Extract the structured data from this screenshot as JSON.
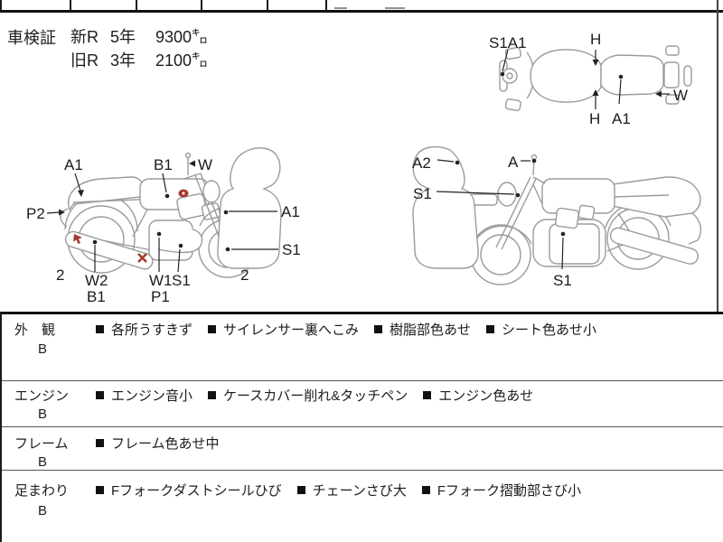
{
  "colors": {
    "outline": "#9b9b9b",
    "ink": "#1c1c1c",
    "mark_red": "#a8392e",
    "border": "#1a1a1a"
  },
  "header": {
    "inspection_label": "車検証",
    "rows": [
      {
        "reg": "新R",
        "years": "5年",
        "mileage": "9300㌔"
      },
      {
        "reg": "旧R",
        "years": "3年",
        "mileage": "2100㌔"
      }
    ]
  },
  "diagram_top_view": {
    "s1a1": "S1A1",
    "h_top": "H",
    "h_bottom": "H",
    "a1": "A1",
    "w": "W"
  },
  "diagram_left_side": {
    "a1_top": "A1",
    "b1_top": "B1",
    "w_top": "W",
    "p2": "P2",
    "a1_front": "A1",
    "s1_front": "S1",
    "two_rear": "2",
    "two_front": "2",
    "w2": "W2",
    "b1_low": "B1",
    "w1": "W1",
    "s1_low": "S1",
    "p1": "P1"
  },
  "diagram_right_side": {
    "a2": "A2",
    "a": "A",
    "s1_upper": "S1",
    "s1_lower": "S1"
  },
  "condition_table": {
    "rows": [
      {
        "category": "外　観",
        "grade": "B",
        "items": [
          "各所うすきず",
          "サイレンサー裏へこみ",
          "樹脂部色あせ",
          "シート色あせ小"
        ]
      },
      {
        "category": "エンジン",
        "grade": "B",
        "items": [
          "エンジン音小",
          "ケースカバー削れ&タッチペン",
          "エンジン色あせ"
        ]
      },
      {
        "category": "フレーム",
        "grade": "B",
        "items": [
          "フレーム色あせ中"
        ]
      },
      {
        "category": "足まわり",
        "grade": "B",
        "items": [
          "Fフォークダストシールひび",
          "チェーンさび大",
          "Fフォーク摺動部さび小"
        ]
      }
    ]
  }
}
